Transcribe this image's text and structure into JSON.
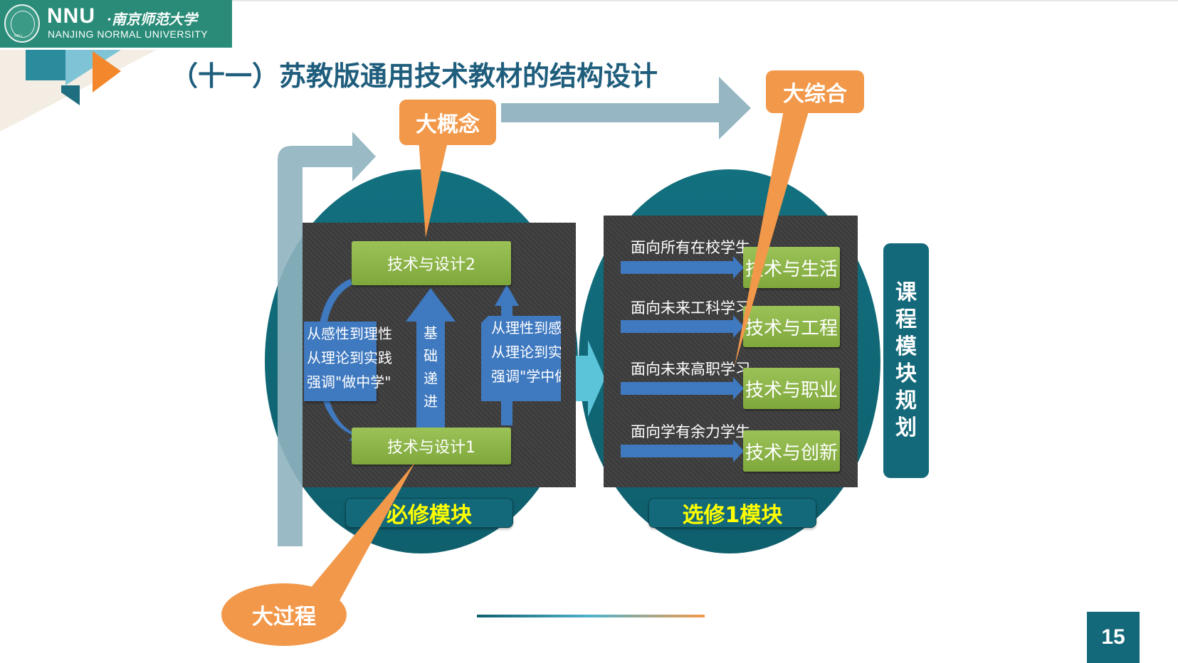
{
  "header": {
    "logo_abbrev": "NNU",
    "logo_name_cn": "·南京师范大学",
    "logo_name_en": "NANJING NORMAL UNIVERSITY",
    "seal_tag": "NNU"
  },
  "slide": {
    "title": "（十一）苏教版通用技术教材的结构设计",
    "page_number": "15"
  },
  "callouts": {
    "big_concept": "大概念",
    "big_synthesis": "大综合",
    "big_process": "大过程"
  },
  "required_module": {
    "label": "必修模块",
    "top_course": "技术与设计2",
    "bottom_course": "技术与设计1",
    "left_lines": [
      "从感性到理性",
      "从理论到实践",
      "强调\"做中学\""
    ],
    "right_lines": [
      "从理性到感性",
      "从理论到实践",
      "强调\"学中做\""
    ],
    "center_chars": [
      "基",
      "础",
      "递",
      "进"
    ]
  },
  "elective_module": {
    "label": "选修1模块",
    "rows": [
      {
        "audience": "面向所有在校学生",
        "course": "技术与生活"
      },
      {
        "audience": "面向未来工科学习",
        "course": "技术与工程"
      },
      {
        "audience": "面向未来高职学习",
        "course": "技术与职业"
      },
      {
        "audience": "面向学有余力学生",
        "course": "技术与创新"
      }
    ]
  },
  "side_label_chars": [
    "课",
    "程",
    "模",
    "块",
    "规",
    "划"
  ],
  "colors": {
    "teal": "#13697a",
    "dark_panel": "#3b3b3b",
    "green": "#8cb54a",
    "blue_arrow": "#3f79c0",
    "orange": "#f2984a",
    "title_blue": "#1f5d7c",
    "module_label_text": "#ffff00",
    "light_arrow": "#8fb2bf"
  }
}
